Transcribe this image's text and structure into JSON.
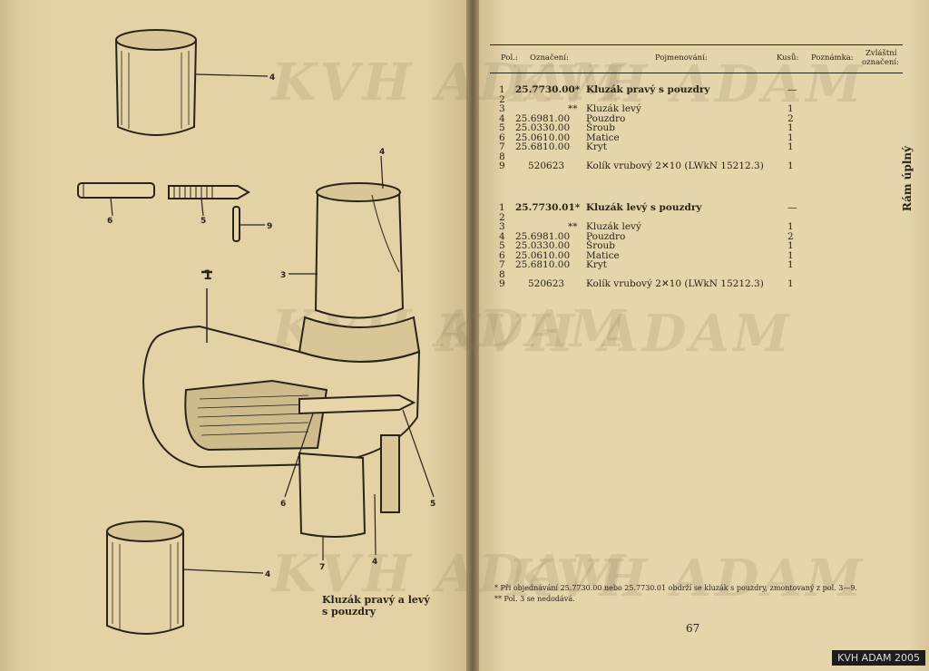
{
  "watermark_text": "KVH ADAM",
  "caption": {
    "line1": "Kluzák pravý a levý",
    "line2": "s pouzdry"
  },
  "callouts": [
    "4",
    "6",
    "5",
    "9",
    "4",
    "3",
    "1",
    "6",
    "5",
    "7",
    "4",
    "4"
  ],
  "table_header": {
    "pol": "Pol.:",
    "oznaceni": "Označení:",
    "pojmenovani": "Pojmenování:",
    "kusu": "Kusů:",
    "poznamka": "Poznámka:",
    "zvlastni_1": "Zvláštní",
    "zvlastni_2": "označení:"
  },
  "group1": [
    {
      "pol": "1",
      "code": "25.7730.00*",
      "name": "Kluzák pravý s pouzdry",
      "qty": "—",
      "bold": true
    },
    {
      "pol": "2",
      "code": "",
      "name": "",
      "qty": ""
    },
    {
      "pol": "3",
      "code": "**",
      "name": "Kluzák levý",
      "qty": "1"
    },
    {
      "pol": "4",
      "code": "25.6981.00",
      "name": "Pouzdro",
      "qty": "2"
    },
    {
      "pol": "5",
      "code": "25.0330.00",
      "name": "Šroub",
      "qty": "1"
    },
    {
      "pol": "6",
      "code": "25.0610.00",
      "name": "Matice",
      "qty": "1"
    },
    {
      "pol": "7",
      "code": "25.6810.00",
      "name": "Kryt",
      "qty": "1"
    },
    {
      "pol": "8",
      "code": "",
      "name": "",
      "qty": ""
    },
    {
      "pol": "9",
      "code": "520623",
      "name": "Kolík vrubový 2✕10 (LWkN 15212.3)",
      "qty": "1"
    }
  ],
  "group2": [
    {
      "pol": "1",
      "code": "25.7730.01*",
      "name": "Kluzák levý s pouzdry",
      "qty": "—",
      "bold": true
    },
    {
      "pol": "2",
      "code": "",
      "name": "",
      "qty": ""
    },
    {
      "pol": "3",
      "code": "**",
      "name": "Kluzák levý",
      "qty": "1"
    },
    {
      "pol": "4",
      "code": "25.6981.00",
      "name": "Pouzdro",
      "qty": "2"
    },
    {
      "pol": "5",
      "code": "25.0330.00",
      "name": "Šroub",
      "qty": "1"
    },
    {
      "pol": "6",
      "code": "25.0610.00",
      "name": "Matice",
      "qty": "1"
    },
    {
      "pol": "7",
      "code": "25.6810.00",
      "name": "Kryt",
      "qty": "1"
    },
    {
      "pol": "8",
      "code": "",
      "name": "",
      "qty": ""
    },
    {
      "pol": "9",
      "code": "520623",
      "name": "Kolík vrubový 2✕10 (LWkN 15212.3)",
      "qty": "1"
    }
  ],
  "sidebar_label": "Rám úplný",
  "footnotes": [
    "* Při objednávání 25.7730.00 nebo 25.7730.01 obdrží se kluzák s pouzdry, zmontovaný z pol. 3—9.",
    "** Pol. 3 se nedodává."
  ],
  "page_number": "67",
  "stamp": "KVH ADAM 2005"
}
